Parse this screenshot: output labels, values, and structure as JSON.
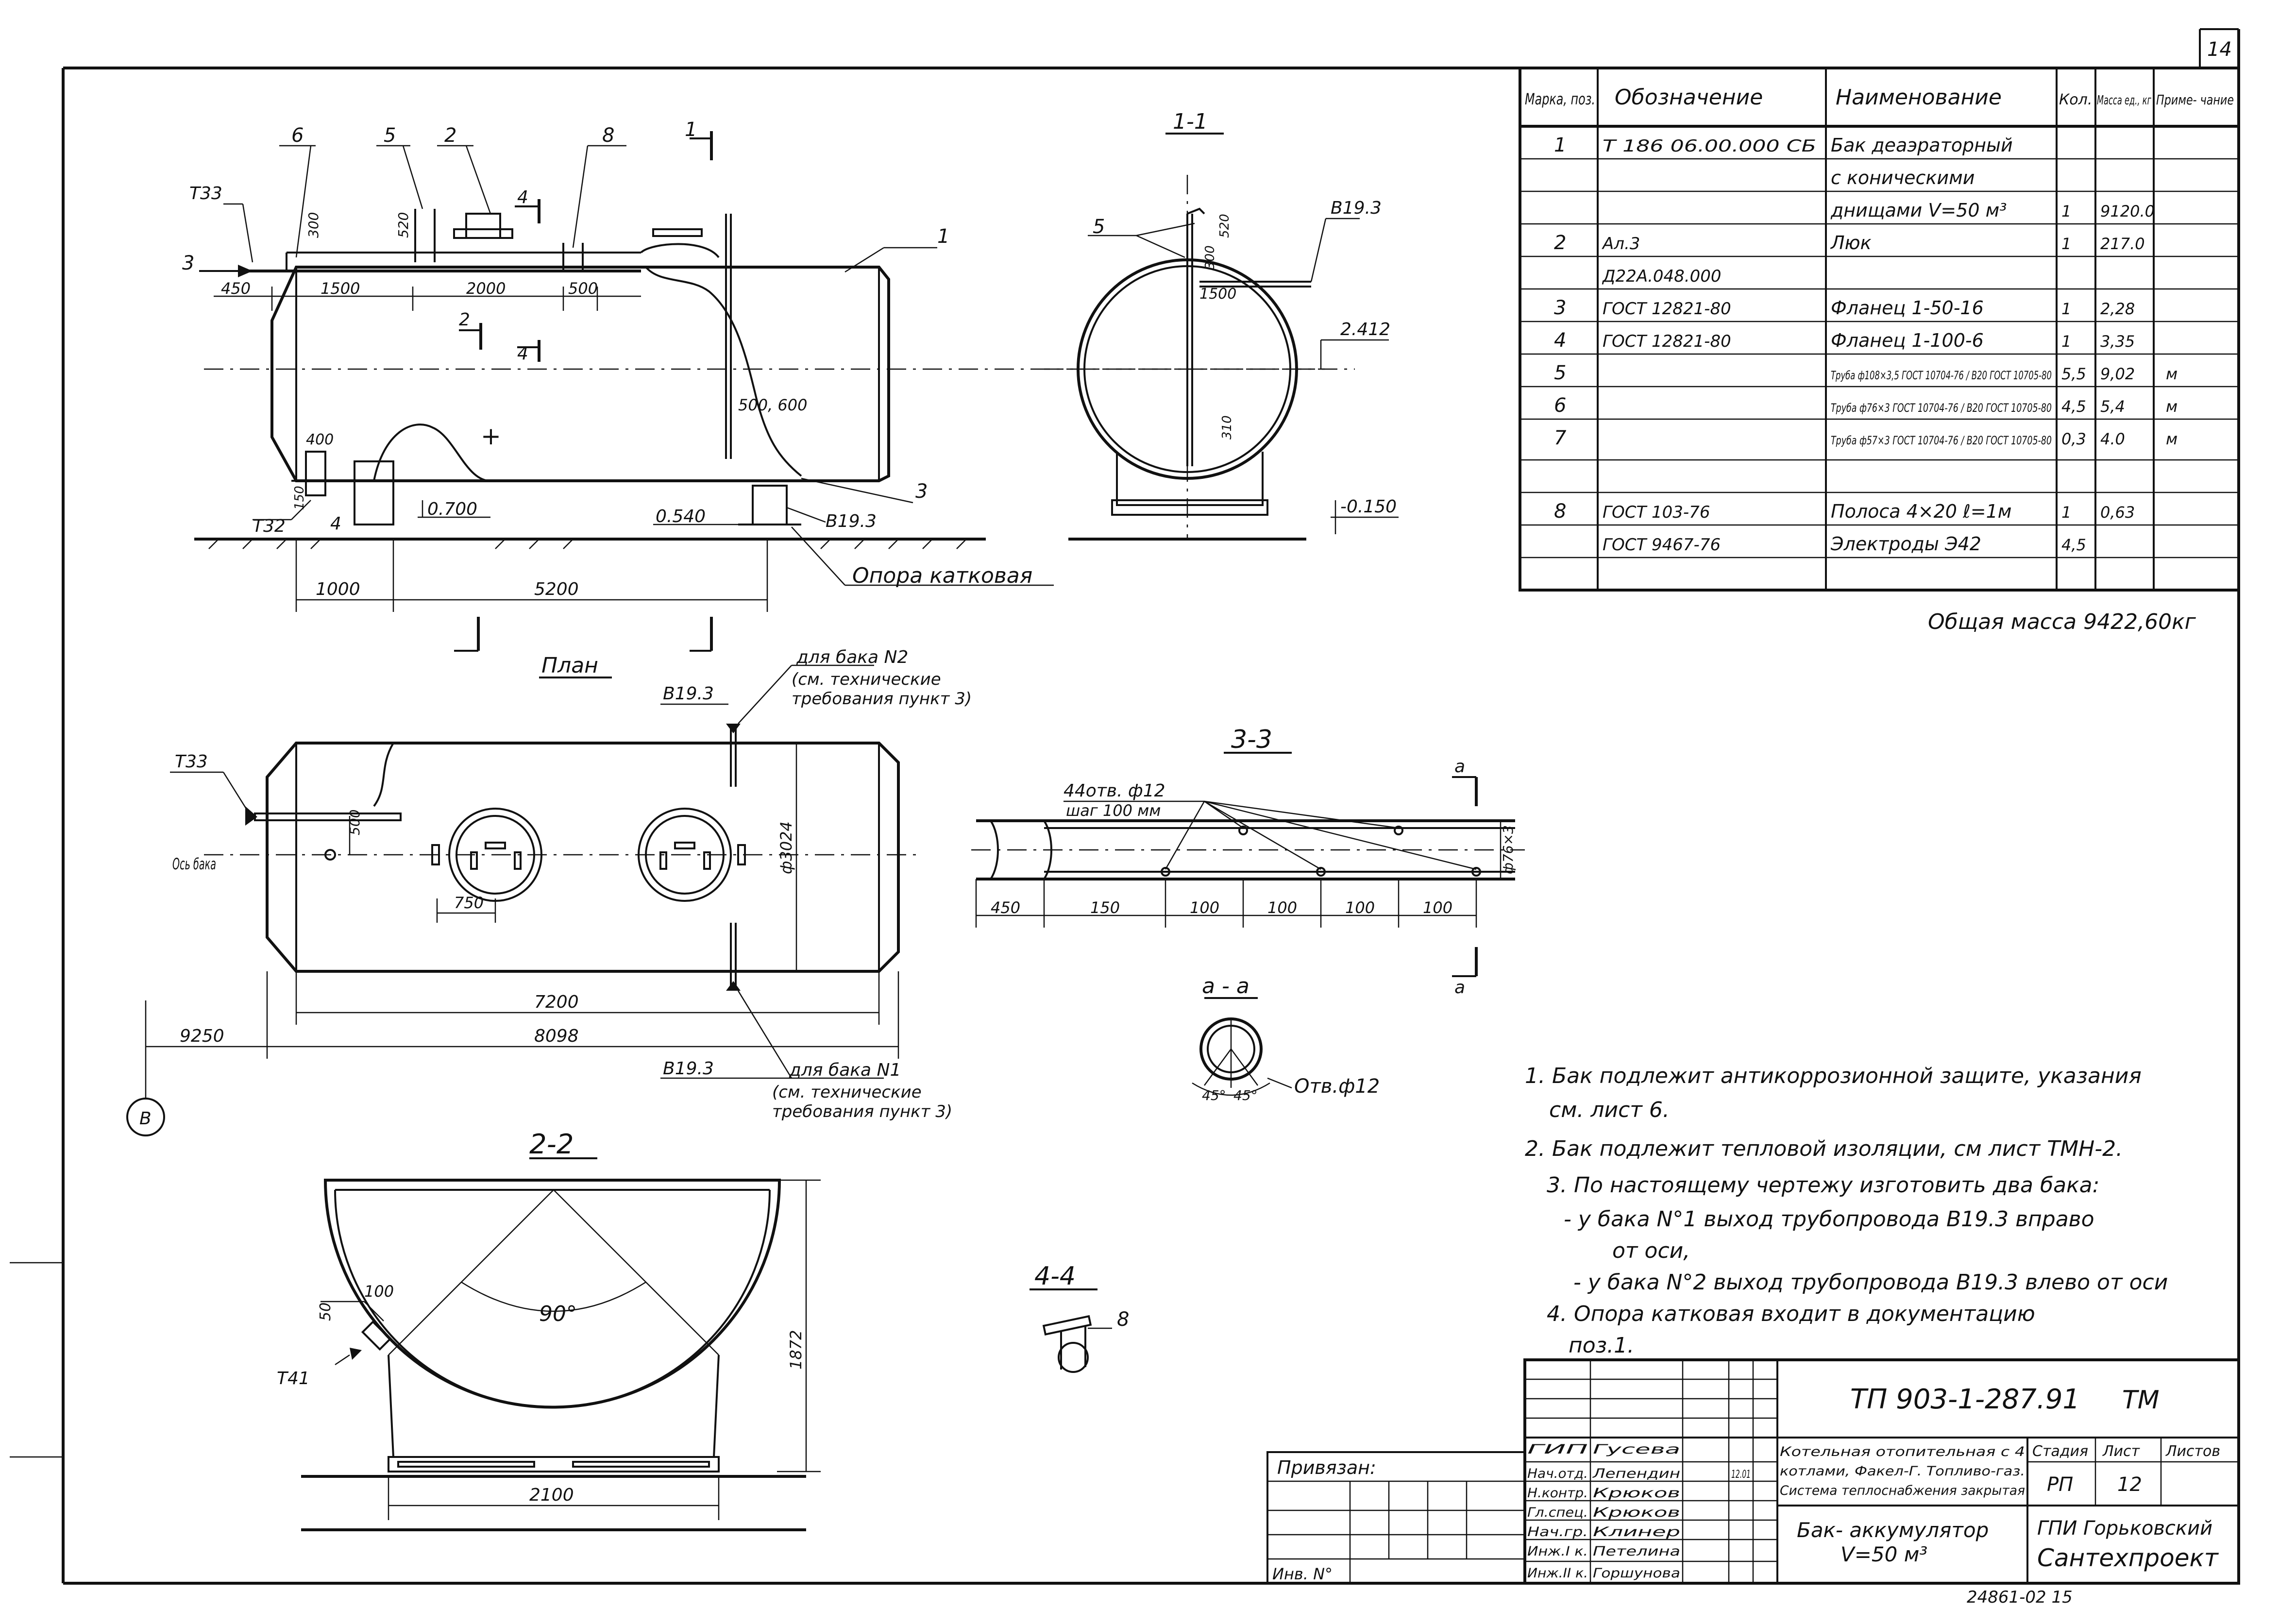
{
  "sheet_number": "14",
  "bom": {
    "headers": [
      "Марка, поз.",
      "Обозначение",
      "Наименование",
      "Кол.",
      "Масса ед., кг",
      "Приме- чание"
    ],
    "rows": [
      {
        "pos": "1",
        "code": "Т 186 06.00.000 СБ",
        "name": "Бак деаэраторный",
        "qty": "",
        "mass": "",
        "note": ""
      },
      {
        "pos": "",
        "code": "",
        "name": "с коническими",
        "qty": "",
        "mass": "",
        "note": ""
      },
      {
        "pos": "",
        "code": "",
        "name": "днищами V=50 м³",
        "qty": "1",
        "mass": "9120.0",
        "note": ""
      },
      {
        "pos": "2",
        "code": "Ал.3",
        "name": "Люк",
        "qty": "1",
        "mass": "217.0",
        "note": ""
      },
      {
        "pos": "",
        "code": "Д22А.048.000",
        "name": "",
        "qty": "",
        "mass": "",
        "note": ""
      },
      {
        "pos": "3",
        "code": "ГОСТ 12821-80",
        "name": "Фланец 1-50-16",
        "qty": "1",
        "mass": "2,28",
        "note": ""
      },
      {
        "pos": "4",
        "code": "ГОСТ 12821-80",
        "name": "Фланец 1-100-6",
        "qty": "1",
        "mass": "3,35",
        "note": ""
      },
      {
        "pos": "5",
        "code": "",
        "name": "Труба ф108×3,5 ГОСТ 10704-76 / В20 ГОСТ 10705-80",
        "qty": "5,5",
        "mass": "9,02",
        "note": "м"
      },
      {
        "pos": "6",
        "code": "",
        "name": "Труба ф76×3 ГОСТ 10704-76 / В20 ГОСТ 10705-80",
        "qty": "4,5",
        "mass": "5,4",
        "note": "м"
      },
      {
        "pos": "7",
        "code": "",
        "name": "Труба ф57×3 ГОСТ 10704-76 / В20 ГОСТ 10705-80",
        "qty": "0,3",
        "mass": "4.0",
        "note": "м"
      },
      {
        "pos": "",
        "code": "",
        "name": "",
        "qty": "",
        "mass": "",
        "note": ""
      },
      {
        "pos": "8",
        "code": "ГОСТ 103-76",
        "name": "Полоса 4×20 ℓ=1м",
        "qty": "1",
        "mass": "0,63",
        "note": ""
      },
      {
        "pos": "",
        "code": "ГОСТ 9467-76",
        "name": "Электроды Э42",
        "qty": "4,5",
        "mass": "",
        "note": ""
      },
      {
        "pos": "",
        "code": "",
        "name": "",
        "qty": "",
        "mass": "",
        "note": ""
      }
    ],
    "total_mass": "Общая масса 9422,60кг"
  },
  "views": {
    "main": {
      "markers": [
        "6",
        "5",
        "2",
        "8",
        "1",
        "4",
        "3",
        "2",
        "4",
        "3",
        "4",
        "1"
      ],
      "labels": {
        "t33": "Т33",
        "t32": "Т32",
        "b193": "В19.3",
        "arrow3": "3",
        "level_2412": "2.412",
        "level_0700": "0.700",
        "level_0540": "0.540",
        "level_m0150": "-0.150",
        "support": "Опора катковая"
      },
      "dims": {
        "d450": "450",
        "d1500": "1500",
        "d2000": "2000",
        "d500": "500",
        "d300": "300",
        "d520": "520",
        "d400": "400",
        "d150": "150",
        "d500_600": "500, 600",
        "d1000": "1000",
        "d5200": "5200"
      }
    },
    "section_1_1": {
      "title": "1-1",
      "labels": {
        "pos5": "5",
        "b193": "В19.3",
        "d1500": "1500",
        "d520": "520",
        "d300": "300",
        "d310": "310"
      }
    },
    "plan": {
      "title": "План",
      "labels": {
        "t33": "Т33",
        "axis": "Ось бака",
        "b193_top": "В19.3",
        "b193_bot": "В19.3",
        "note_tank2": "для бака N2",
        "note_tank2_sub1": "(см. технические",
        "note_tank2_sub2": "требования пункт 3)",
        "note_tank1": "для бака N1",
        "note_tank1_sub1": "(см. технические",
        "note_tank1_sub2": "требования пункт 3)",
        "axis_b": "В"
      },
      "dims": {
        "d500": "500",
        "d750": "750",
        "d3024": "ф3024",
        "d7200": "7200",
        "d8098": "8098",
        "d9250": "9250"
      }
    },
    "section_3_3": {
      "title": "3-3",
      "labels": {
        "holes": "44отв. ф12",
        "step": "шаг 100 мм",
        "pipe": "ф76×3",
        "cut_a": "а"
      },
      "dims": [
        "450",
        "150",
        "100",
        "100",
        "100",
        "100"
      ]
    },
    "section_a_a": {
      "title": "а - а",
      "angles": [
        "45°",
        "45°"
      ],
      "holes": "Отв.ф12"
    },
    "section_2_2": {
      "title": "2-2",
      "labels": {
        "t41": "Т41",
        "d50": "50",
        "d100": "100",
        "angle": "90°",
        "d1872": "1872",
        "d2100": "2100"
      }
    },
    "section_4_4": {
      "title": "4-4",
      "label": "8"
    }
  },
  "notes": [
    "1. Бак подлежит антикоррозионной защите, указания",
    "см. лист 6.",
    "2. Бак подлежит тепловой изоляции, см лист ТМН-2.",
    "3. По настоящему чертежу изготовить два бака:",
    "- у бака N°1 выход трубопровода В19.3 вправо",
    "от оси,",
    "- у бака N°2 выход трубопровода В19.3 влево от оси",
    "4. Опора катковая входит в документацию",
    "поз.1."
  ],
  "title_block": {
    "project_code": "ТП 903-1-287.91",
    "mark": "ТМ",
    "signers": [
      {
        "role": "ГИП",
        "name": "Гусева",
        "date": ""
      },
      {
        "role": "Нач.отд.",
        "name": "Лепендин",
        "date": "12.01"
      },
      {
        "role": "Н.контр.",
        "name": "Крюков",
        "date": ""
      },
      {
        "role": "Гл.спец.",
        "name": "Крюков",
        "date": ""
      },
      {
        "role": "Нач.гр.",
        "name": "Клинер",
        "date": ""
      },
      {
        "role": "Инж.I к.",
        "name": "Петелина",
        "date": ""
      },
      {
        "role": "Инж.II к.",
        "name": "Горшунова",
        "date": ""
      }
    ],
    "desc_lines": [
      "Котельная отопительная с 4",
      "котлами, Факел-Г. Топливо-газ.",
      "Система теплоснабжения закрытая"
    ],
    "object_name_line1": "Бак- аккумулятор",
    "object_name_line2": "V=50 м³",
    "stage_header": "Стадия",
    "sheet_header": "Лист",
    "sheets_header": "Листов",
    "stage": "РП",
    "sheet": "12",
    "org_line1": "ГПИ Горьковский",
    "org_line2": "Сантехпроект",
    "tied_label": "Привязан:",
    "inv_label": "Инв. N°",
    "archive_no": "24861-02 15"
  }
}
